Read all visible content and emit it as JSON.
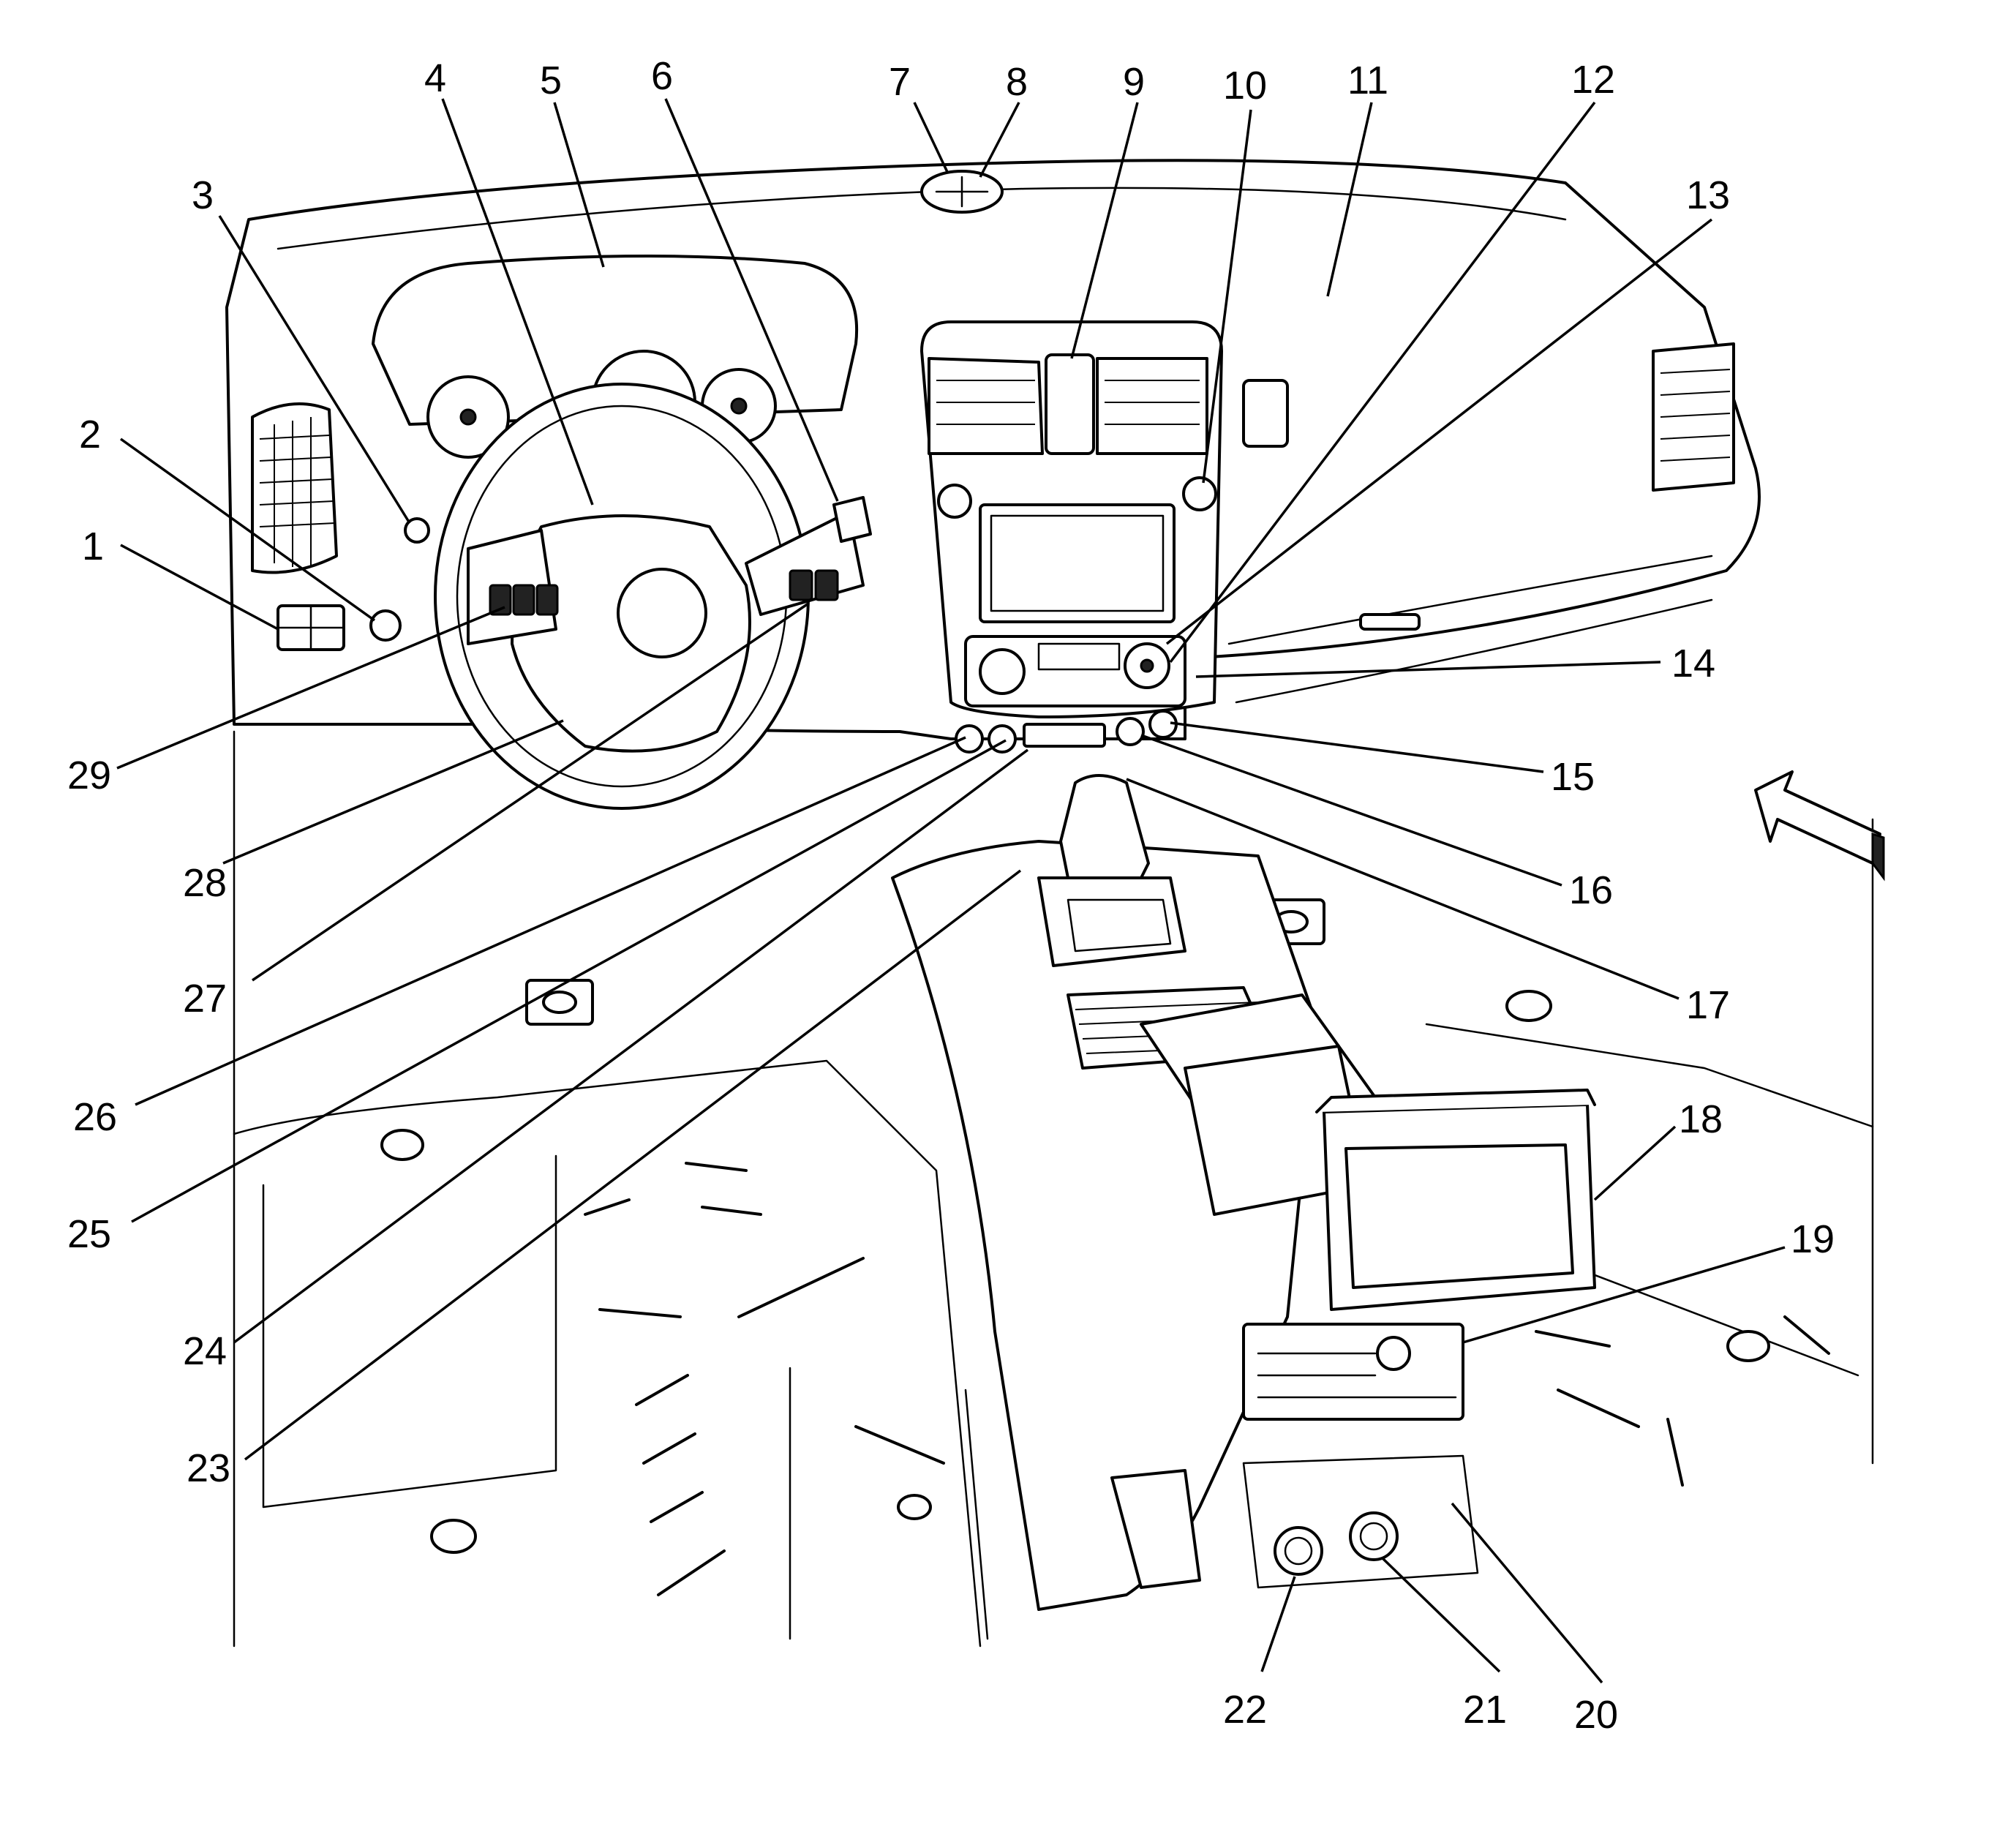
{
  "callouts": [
    {
      "id": "1",
      "text": "1"
    },
    {
      "id": "2",
      "text": "2"
    },
    {
      "id": "3",
      "text": "3"
    },
    {
      "id": "4",
      "text": "4"
    },
    {
      "id": "5",
      "text": "5"
    },
    {
      "id": "6",
      "text": "6"
    },
    {
      "id": "7",
      "text": "7"
    },
    {
      "id": "8",
      "text": "8"
    },
    {
      "id": "9",
      "text": "9"
    },
    {
      "id": "10",
      "text": "10"
    },
    {
      "id": "11",
      "text": "11"
    },
    {
      "id": "12",
      "text": "12"
    },
    {
      "id": "13",
      "text": "13"
    },
    {
      "id": "14",
      "text": "14"
    },
    {
      "id": "15",
      "text": "15"
    },
    {
      "id": "16",
      "text": "16"
    },
    {
      "id": "17",
      "text": "17"
    },
    {
      "id": "18",
      "text": "18"
    },
    {
      "id": "19",
      "text": "19"
    },
    {
      "id": "20",
      "text": "20"
    },
    {
      "id": "21",
      "text": "21"
    },
    {
      "id": "22",
      "text": "22"
    },
    {
      "id": "23",
      "text": "23"
    },
    {
      "id": "24",
      "text": "24"
    },
    {
      "id": "25",
      "text": "25"
    },
    {
      "id": "26",
      "text": "26"
    },
    {
      "id": "27",
      "text": "27"
    },
    {
      "id": "28",
      "text": "28"
    },
    {
      "id": "29",
      "text": "29"
    }
  ],
  "colors": {
    "ink": "#000000",
    "paper": "#ffffff"
  },
  "icons": {
    "direction_arrow": "front-of-vehicle-arrow-icon"
  }
}
